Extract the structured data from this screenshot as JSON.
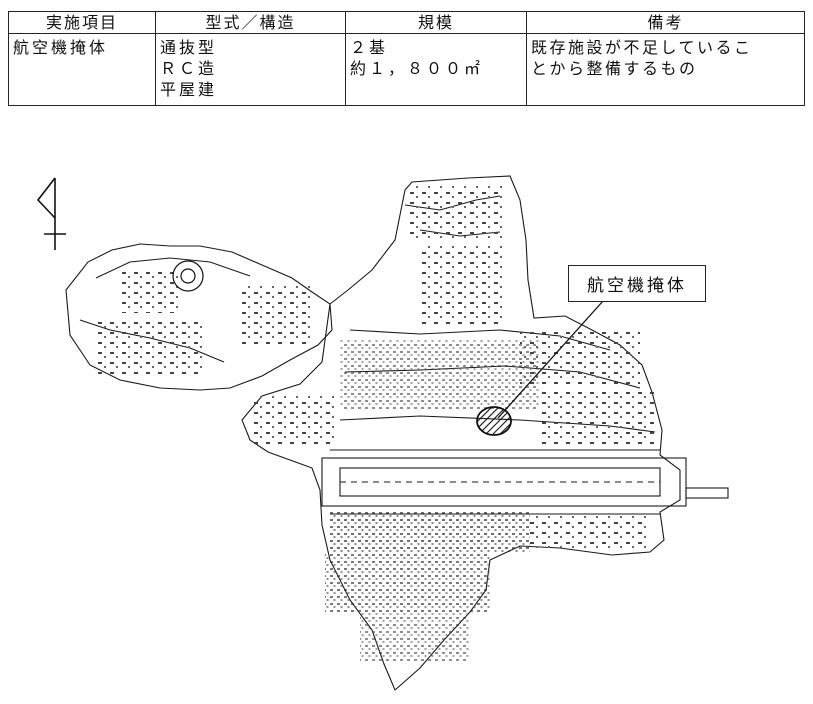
{
  "table": {
    "headers": [
      "実施項目",
      "型式／構造",
      "規模",
      "備考"
    ],
    "row": {
      "item": [
        "航空機掩体"
      ],
      "structure": [
        "通抜型",
        "ＲＣ造",
        "平屋建"
      ],
      "scale": [
        "２基",
        "約１，８００㎡"
      ],
      "note": [
        "既存施設が不足しているこ",
        "とから整備するもの"
      ]
    }
  },
  "map": {
    "callout_label": "航空機掩体",
    "line_color": "#1a1a1a"
  }
}
